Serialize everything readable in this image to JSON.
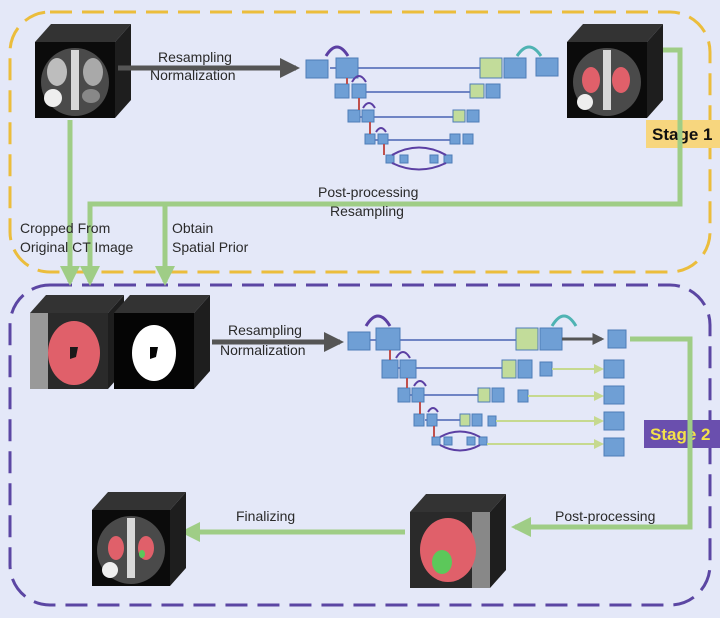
{
  "stage1": {
    "label": "Stage 1",
    "arrow_top_line1": "Resampling",
    "arrow_top_line2": "Normalization",
    "post_line1": "Post-processing",
    "post_line2": "Resampling",
    "crop_line1": "Cropped From",
    "crop_line2": "Original CT Image",
    "prior_line1": "Obtain",
    "prior_line2": "Spatial Prior"
  },
  "stage2": {
    "label": "Stage 2",
    "arrow_line1": "Resampling",
    "arrow_line2": "Normalization",
    "post_label": "Post-processing",
    "final_label": "Finalizing"
  },
  "colors": {
    "stage1_border": "#ebbd3c",
    "stage1_badge": "#f7d67e",
    "stage2_border": "#5b46a3",
    "stage2_badge": "#6a4fae",
    "stage2_badge_text": "#f3e14a",
    "green_arrow": "#9fcd86",
    "gray_arrow": "#555555",
    "block_blue": "#6f9fd5",
    "block_green": "#c2dc9a",
    "skip_purple": "#5b3fa3",
    "skip_teal": "#4fb3b3",
    "mask_red": "#e0606a"
  }
}
